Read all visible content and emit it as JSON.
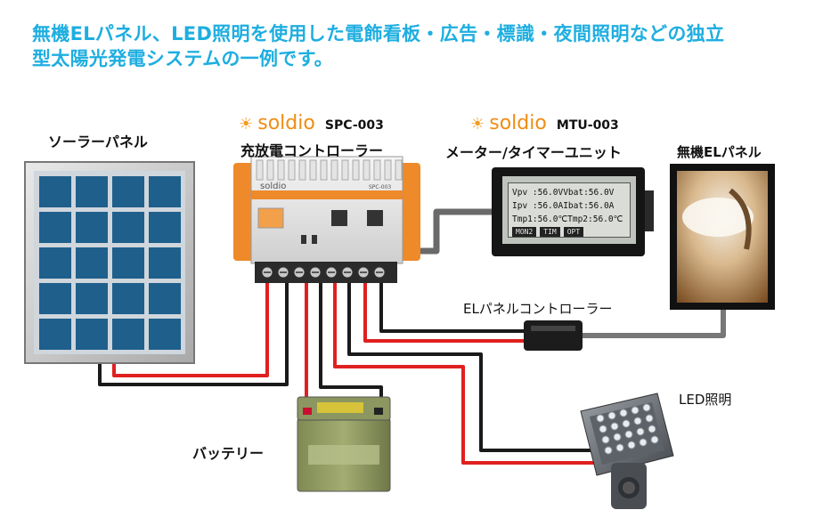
{
  "headline": {
    "line1": "無機ELパネル、LED照明を使用した電飾看板・広告・標識・夜間照明などの独立",
    "line2": "型太陽光発電システムの一例です。"
  },
  "colors": {
    "headline": "#1eaee0",
    "brand_orange": "#f08c14",
    "wire_red": "#e02020",
    "wire_black": "#1a1a1a",
    "wire_gray": "#777777",
    "solar_cell": "#1f5f8c",
    "controller_orange": "#ee8a2a"
  },
  "components": {
    "solar_panel": {
      "label": "ソーラーパネル",
      "icon": "solar-panel-icon"
    },
    "controller": {
      "label": "充放電コントローラー",
      "brand": "soldio",
      "model": "SPC-003",
      "case_brand": "soldio",
      "case_model": "SPC-003"
    },
    "meter": {
      "label": "メーター/タイマーユニット",
      "brand": "soldio",
      "model": "MTU-003",
      "display": {
        "row1": "Vpv :56.0VVbat:56.0V",
        "row2": "Ipv :56.0AIbat:56.0A",
        "row3": "Tmp1:56.0℃Tmp2:56.0℃",
        "buttons": [
          "MON2",
          "TIM",
          "OPT"
        ]
      }
    },
    "el_panel": {
      "label": "無機ELパネル",
      "icon": "el-panel-icon"
    },
    "el_controller": {
      "label": "ELパネルコントローラー",
      "icon": "el-controller-icon"
    },
    "led_light": {
      "label": "LED照明",
      "icon": "led-floodlight-icon"
    },
    "battery": {
      "label": "バッテリー",
      "icon": "battery-icon"
    }
  }
}
